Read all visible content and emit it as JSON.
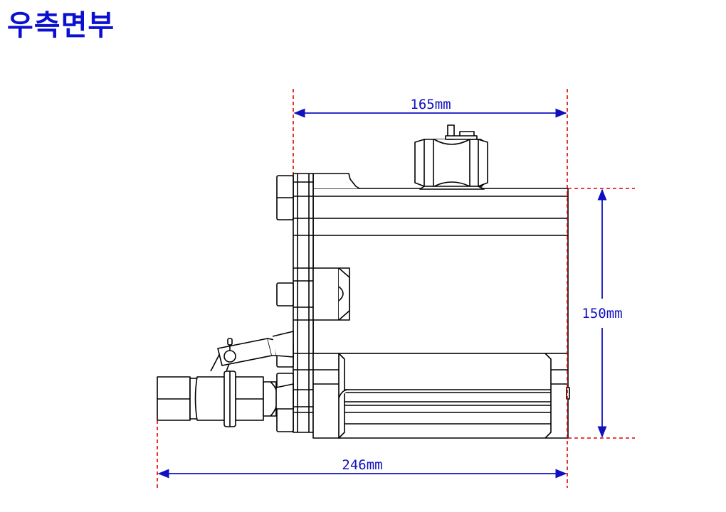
{
  "page": {
    "title": "우측면부"
  },
  "dimensions": {
    "top_width": "165mm",
    "height": "150mm",
    "total_width": "246mm"
  },
  "colors": {
    "title": "#0a0fd0",
    "dimension_line": "#1010c0",
    "extension_line": "#e00000",
    "outline": "#000000"
  }
}
